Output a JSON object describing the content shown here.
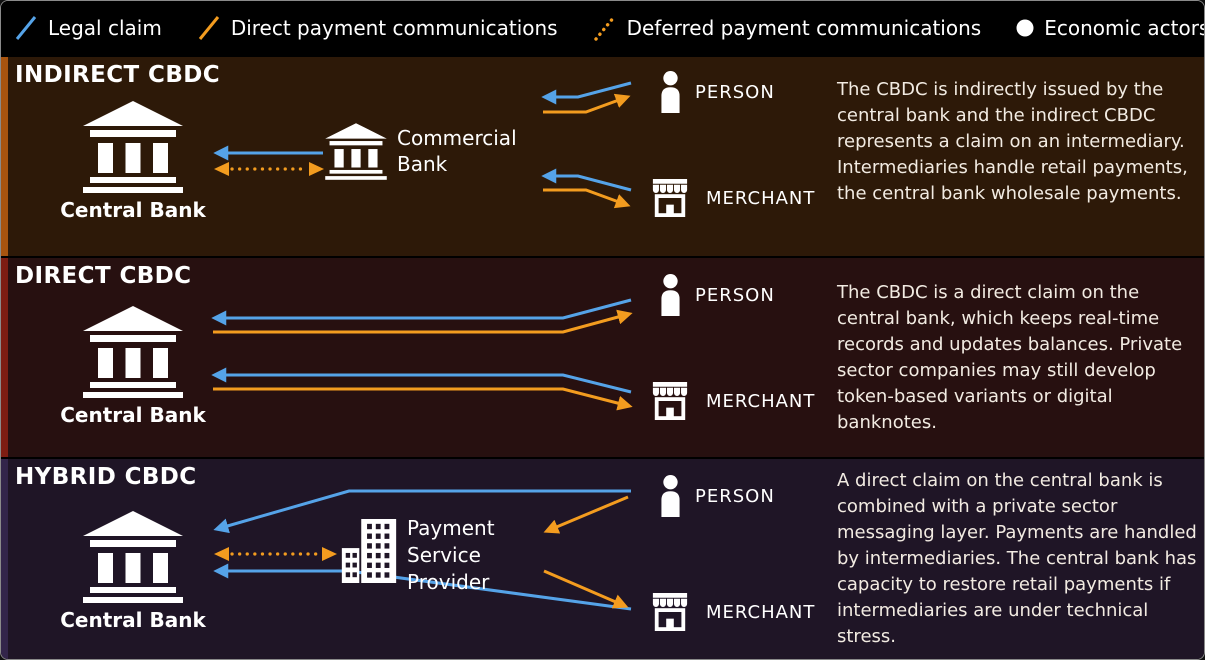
{
  "legend": {
    "items": [
      {
        "icon": "legal-claim-line",
        "label": "Legal claim",
        "color": "#55a3e8"
      },
      {
        "icon": "direct-payment-line",
        "label": "Direct payment communications",
        "color": "#f39c1f"
      },
      {
        "icon": "deferred-payment-dotted-line",
        "label": "Deferred payment communications",
        "color": "#f39c1f"
      },
      {
        "icon": "economic-actor-circle",
        "label": "Economic actors",
        "color": "#ffffff"
      }
    ]
  },
  "colors": {
    "legal_claim_blue": "#55a3e8",
    "payment_orange": "#f39c1f",
    "indirect_band_bg": "#2d1908",
    "direct_band_bg": "#271010",
    "hybrid_band_bg": "#1f1526",
    "indirect_accent": "#a8540f",
    "direct_accent": "#7d1d12",
    "hybrid_accent": "#33254a"
  },
  "sections": [
    {
      "title": "INDIRECT CBDC",
      "central_bank": "Central Bank",
      "intermediary": "Commercial Bank",
      "person": "PERSON",
      "merchant": "MERCHANT",
      "description": "The CBDC is indirectly issued by the central bank and the indirect CBDC represents a claim on an intermediary. Intermediaries handle retail payments, the central bank wholesale payments."
    },
    {
      "title": "DIRECT CBDC",
      "central_bank": "Central Bank",
      "person": "PERSON",
      "merchant": "MERCHANT",
      "description": "The CBDC is a direct claim on the central bank, which keeps real-time records and updates balances. Private sector companies may still develop token-based variants or digital banknotes."
    },
    {
      "title": "HYBRID CBDC",
      "central_bank": "Central Bank",
      "intermediary": "Payment Service Provider",
      "person": "PERSON",
      "merchant": "MERCHANT",
      "description": "A direct claim on the central bank is combined with a private sector messaging layer. Payments are handled by intermediaries. The central bank has capacity to restore retail payments if intermediaries are under technical stress."
    }
  ]
}
